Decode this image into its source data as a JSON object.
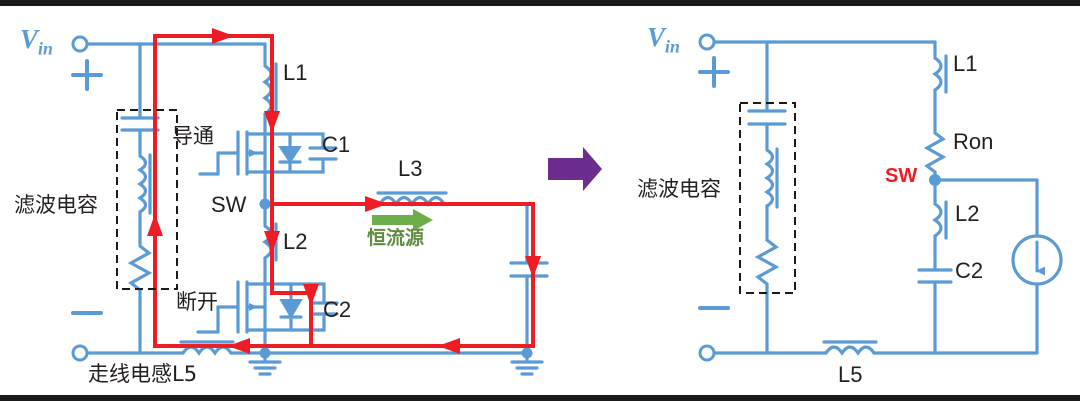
{
  "figure": {
    "title": "Buck converter switching-loop current path and simplified equivalent model",
    "type": "circuit-schematic",
    "panels": 2,
    "colors": {
      "wire": "#5b9bd5",
      "current_path": "#ee1c25",
      "constant_current_arrow": "#6cae4a",
      "transition_arrow": "#6b2d90",
      "label_text": "#231f20",
      "sw_right_label": "#ee1c25",
      "vin_label": "#5b9bd5",
      "background": "#ffffff",
      "border": "#1a1a1a",
      "dashed_box": "#1a1a1a"
    }
  },
  "left_panel": {
    "name": "detailed-switching-loop",
    "source_label": "V",
    "source_sub": "in",
    "polarity_plus": "+",
    "polarity_minus": "−",
    "filter_cap_label": "滤波电容",
    "high_side_state": "导通",
    "low_side_state": "断开",
    "sw_node_label": "SW",
    "trace_inductor_label": "走线电感L5",
    "constant_current_label": "恒流源",
    "components": [
      {
        "id": "L1",
        "label": "L1",
        "type": "inductor",
        "note": "high-side package inductance"
      },
      {
        "id": "C1",
        "label": "C1",
        "type": "capacitor",
        "note": "high-side MOSFET output capacitance"
      },
      {
        "id": "L2",
        "label": "L2",
        "type": "inductor",
        "note": "low-side package inductance"
      },
      {
        "id": "C2",
        "label": "C2",
        "type": "capacitor",
        "note": "low-side MOSFET output capacitance"
      },
      {
        "id": "L3",
        "label": "L3",
        "type": "inductor",
        "note": "output inductor"
      },
      {
        "id": "L5",
        "label": "走线电感L5",
        "type": "inductor",
        "note": "PCB trace inductance"
      }
    ]
  },
  "transition": {
    "name": "transition-arrow",
    "glyph": "→",
    "color": "#6b2d90"
  },
  "right_panel": {
    "name": "simplified-equivalent-model",
    "source_label": "V",
    "source_sub": "in",
    "polarity_plus": "+",
    "polarity_minus": "−",
    "filter_cap_label": "滤波电容",
    "sw_node_label": "SW",
    "trace_inductor_label": "L5",
    "components": [
      {
        "id": "L1",
        "label": "L1",
        "type": "inductor"
      },
      {
        "id": "Ron",
        "label": "Ron",
        "type": "resistor",
        "note": "on-state resistance"
      },
      {
        "id": "L2",
        "label": "L2",
        "type": "inductor"
      },
      {
        "id": "C2",
        "label": "C2",
        "type": "capacitor"
      },
      {
        "id": "L5",
        "label": "L5",
        "type": "inductor"
      },
      {
        "id": "Isrc",
        "label": "",
        "type": "current-source",
        "note": "constant current load, arrow down"
      }
    ]
  }
}
